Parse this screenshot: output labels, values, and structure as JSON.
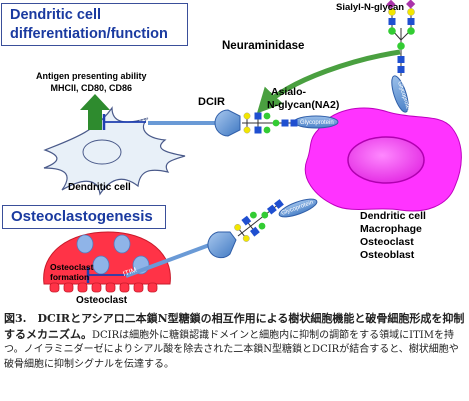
{
  "titles": {
    "dc_function": "Dendritic cell differentiation/function",
    "dc_function_line1": "Dendritic cell",
    "dc_function_line2": "differentiation/function",
    "osteoclastogenesis": "Osteoclastogenesis"
  },
  "labels": {
    "sialyl": "Sialyl-N-glycan",
    "neuraminidase": "Neuraminidase",
    "antigen_line1": "Antigen presenting ability",
    "antigen_line2": "MHCII, CD80, CD86",
    "dcir": "DCIR",
    "asialo_line1": "Asialo-",
    "asialo_line2": "N-glycan(NA2)",
    "itim_top": "ITIM",
    "itim_bottom": "ITIM",
    "dendritic_cell": "Dendritic cell",
    "osteoclast": "Osteoclast",
    "oc_formation_line1": "Osteoclast",
    "oc_formation_line2": "formation",
    "glycoprotein_top": "Glycoprotein",
    "glycoprotein_mid": "Glycoprotein",
    "glycoprotein_bottom": "Glycoprotein",
    "target_cells": [
      "Dendritic cell",
      "Macrophage",
      "Osteoclast",
      "Osteoblast"
    ]
  },
  "caption": {
    "head": "図3.　DCIRとアシアロ二本鎖N型糖鎖の相互作用による樹状細胞機能と破骨細胞形成を抑制するメカニズム。",
    "body": "DCIRは細胞外に糖鎖認識ドメインと細胞内に抑制の調節をする領域にITIMを持つ。ノイラミニダーゼによりシアル酸を除去された二本鎖N型糖鎖とDCIRが結合すると、樹状細胞や破骨細胞に抑制シグナルを伝達する。"
  },
  "colors": {
    "title_text": "#1a3aa0",
    "dc_cell_fill": "#e8f0f8",
    "target_cell_fill": "#ff33ff",
    "osteoclast_fill": "#ff3347",
    "receptor_blue": "#5b9bd5",
    "glycan_blue": "#1f4fd0",
    "glycan_yellow": "#f2e600",
    "glycan_green": "#33cc33",
    "sialic_purple": "#aa33aa",
    "arrow_green": "#4aa040"
  },
  "icons": [
    "up-arrow-icon",
    "inhibit-bar-icon",
    "curved-arrow-icon"
  ]
}
